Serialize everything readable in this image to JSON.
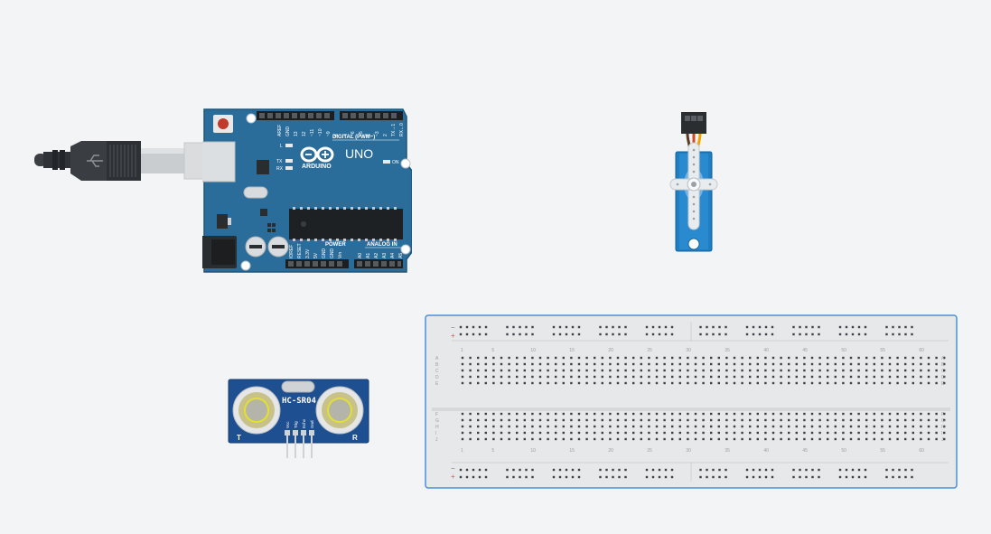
{
  "workspace": {
    "background": "#f2f4f5"
  },
  "arduino": {
    "logo_text": "ARDUINO",
    "model": "UNO",
    "digital_label": "DIGITAL (PWM~)",
    "power_label": "POWER",
    "analog_label": "ANALOG IN",
    "on_label": "ON",
    "led_l": "L",
    "led_tx": "TX",
    "led_rx": "RX",
    "top_pins_left": [
      "AREF",
      "GND",
      "13",
      "12",
      "~11",
      "~10",
      "~9",
      "8"
    ],
    "top_pins_right": [
      "7",
      "~6",
      "~5",
      "4",
      "~3",
      "2",
      "TX→1",
      "RX←0"
    ],
    "power_pins": [
      "IOREF",
      "RESET",
      "3.3V",
      "5V",
      "GND",
      "GND",
      "Vin"
    ],
    "analog_pins": [
      "A0",
      "A1",
      "A2",
      "A3",
      "A4",
      "A5"
    ],
    "board_color": "#2b6d9a"
  },
  "usb_cable": {
    "connector": "USB-B"
  },
  "servo": {
    "body_color": "#1f7dc2",
    "wire_colors": [
      "#5a3a22",
      "#d24a27",
      "#f2a200"
    ]
  },
  "ultrasonic": {
    "title": "HC-SR04",
    "pins": [
      "Vcc",
      "Trig",
      "Echo",
      "Gnd"
    ],
    "left_marker": "T",
    "right_marker": "R",
    "board_color": "#1d4f91"
  },
  "breadboard": {
    "column_numbers": [
      "1",
      "5",
      "10",
      "15",
      "20",
      "25",
      "30",
      "35",
      "40",
      "45",
      "50",
      "55",
      "60"
    ],
    "row_letters_top": [
      "A",
      "B",
      "C",
      "D",
      "E"
    ],
    "row_letters_bottom": [
      "F",
      "G",
      "H",
      "I",
      "J"
    ],
    "rail_minus": "−",
    "rail_plus": "+",
    "accent": "#4a90d9"
  }
}
